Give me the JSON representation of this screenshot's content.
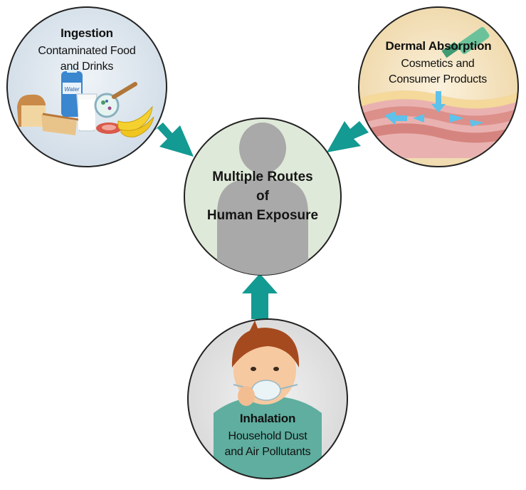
{
  "center": {
    "title_lines": [
      "Multiple Routes",
      "of",
      "Human Exposure"
    ]
  },
  "routes": [
    {
      "title": "Ingestion",
      "description_lines": [
        "Contaminated Food",
        "and Drinks"
      ],
      "bottle_label": "Water"
    },
    {
      "title": "Dermal Absorption",
      "description_lines": [
        "Cosmetics and",
        "Consumer Products"
      ]
    },
    {
      "title": "Inhalation",
      "description_lines": [
        "Household Dust",
        "and Air Pollutants"
      ]
    }
  ],
  "colors": {
    "arrow": "#139a92",
    "center_fill": "#dfe9d9",
    "silhouette": "#a9a9a9",
    "circle_border": "#222222"
  },
  "icons": [
    "food-illustration",
    "skin-layers-illustration",
    "boy-with-mask-illustration",
    "human-silhouette-icon"
  ]
}
